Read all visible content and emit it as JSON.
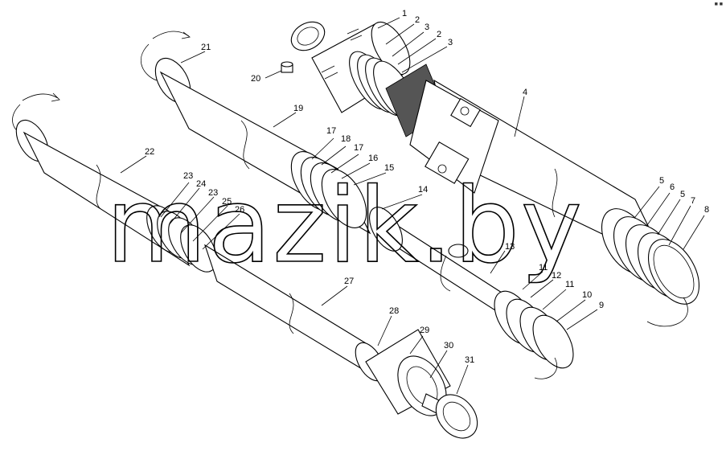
{
  "watermark": "mazik.by",
  "corner_mark": "■ ■",
  "callouts": [
    "1",
    "2",
    "3",
    "2",
    "3",
    "4",
    "5",
    "6",
    "5",
    "7",
    "8",
    "9",
    "10",
    "11",
    "12",
    "11",
    "13",
    "14",
    "15",
    "16",
    "17",
    "18",
    "17",
    "19",
    "20",
    "21",
    "22",
    "23",
    "24",
    "23",
    "25",
    "26",
    "27",
    "28",
    "29",
    "30",
    "31"
  ]
}
